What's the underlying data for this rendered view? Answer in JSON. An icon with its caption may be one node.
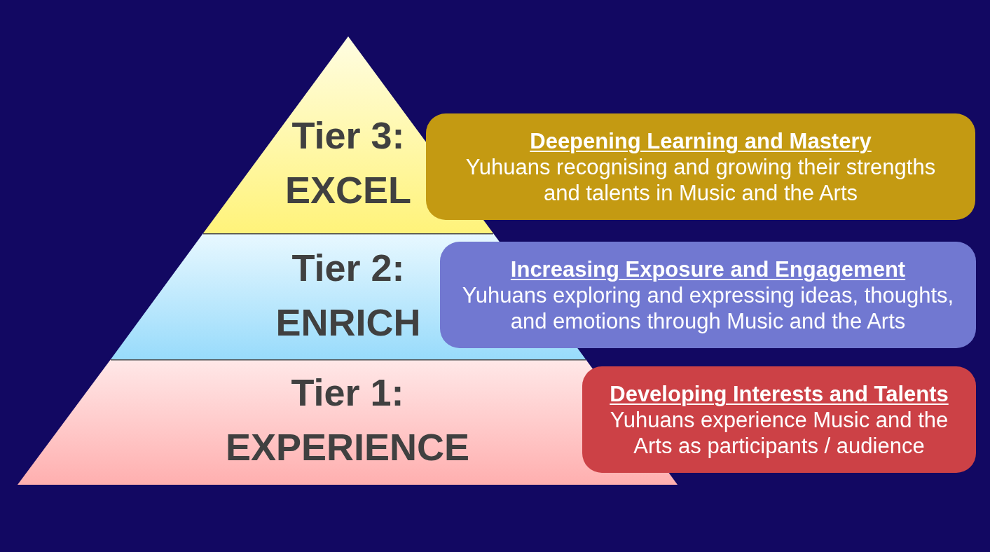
{
  "diagram": {
    "nodes": [
      {
        "text": [
          "Tier 3: EXCEL"
        ]
      },
      {
        "text": [
          "Deepening Learning and Mastery",
          "Yuhuans recognising and growing their strengths and talents in Music and the Arts"
        ]
      },
      {
        "text": [
          "Tier 2: ENRICH"
        ]
      },
      {
        "text": [
          "Increasing Exposure and Engagement",
          "Yuhuans exploring and expressing ideas, thoughts, and emotions through Music and the Arts"
        ]
      },
      {
        "text": [
          "Tier 1: EXPERIENCE"
        ]
      },
      {
        "text": [
          "Developing Interests and Talents",
          "Yuhuans experience Music and the Arts as participants / audience"
        ]
      }
    ]
  }
}
